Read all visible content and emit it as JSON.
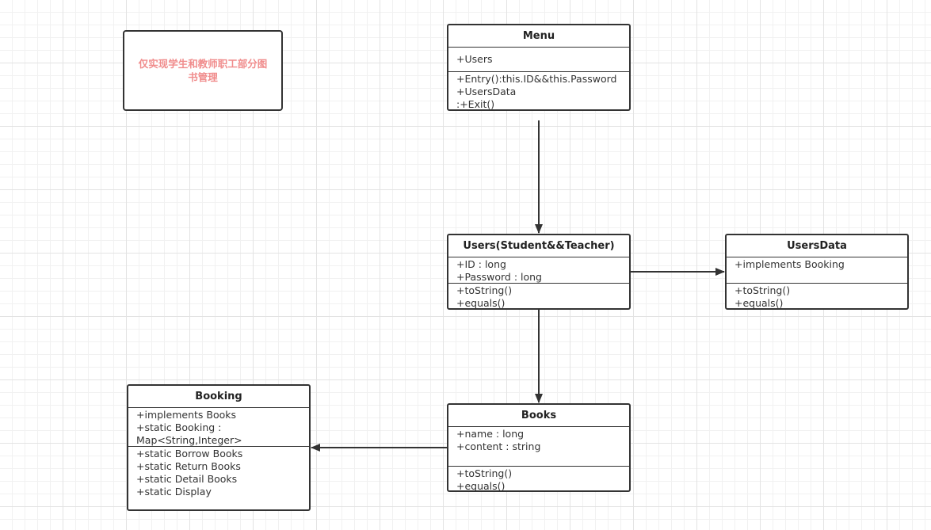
{
  "note": {
    "text": "仅实现学生和教师职工部分图书管理",
    "color": "#f08c8c"
  },
  "classes": {
    "menu": {
      "title": "Menu",
      "attributes": [
        "+Users"
      ],
      "methods": [
        "+Entry():this.ID&&this.Password",
        "+UsersData",
        ":+Exit()"
      ]
    },
    "users": {
      "title": "Users(Student&&Teacher)",
      "attributes": [
        "+ID : long",
        "+Password : long"
      ],
      "methods": [
        "+toString()",
        "+equals()"
      ]
    },
    "users_data": {
      "title": "UsersData",
      "attributes": [
        "+implements Booking"
      ],
      "methods": [
        "+toString()",
        "+equals()"
      ]
    },
    "books": {
      "title": "Books",
      "attributes": [
        "+name : long",
        "+content : string"
      ],
      "methods": [
        "+toString()",
        "+equals()"
      ]
    },
    "booking": {
      "title": "Booking",
      "attributes": [
        "+implements Books",
        "+static Booking :",
        "Map<String,Integer>"
      ],
      "methods": [
        "+static Borrow Books",
        "+static Return Books",
        "+static Detail Books",
        "+static Display"
      ]
    }
  },
  "relations": [
    {
      "from": "menu",
      "to": "users"
    },
    {
      "from": "users",
      "to": "users_data"
    },
    {
      "from": "users",
      "to": "books"
    },
    {
      "from": "books",
      "to": "booking"
    }
  ],
  "colors": {
    "line": "#333333",
    "grid": "#e3e3e3"
  }
}
